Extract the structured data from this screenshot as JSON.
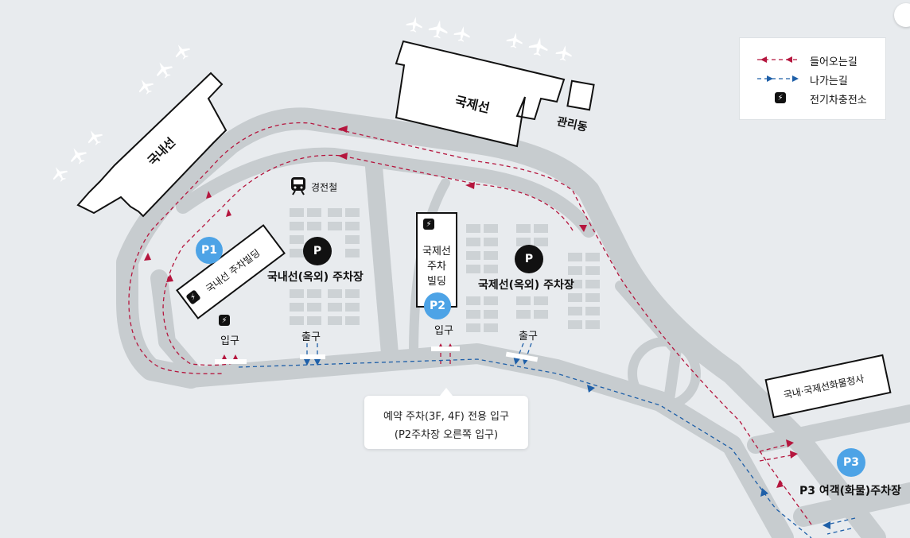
{
  "terminals": {
    "domestic": "국내선",
    "international": "국제선",
    "admin": "관리동",
    "cargo": "국내·국제선화물청사"
  },
  "parking": {
    "p1": {
      "badge": "P1",
      "name": "국내선 주차빌딩"
    },
    "p2": {
      "badge": "P2",
      "name_line1": "국제선",
      "name_line2": "주차",
      "name_line3": "빌딩"
    },
    "p3": {
      "badge": "P3",
      "name": "P3 여객(화물)주차장"
    },
    "domestic_outdoor": {
      "badge": "P",
      "name": "국내선(옥외) 주차장"
    },
    "international_outdoor": {
      "badge": "P",
      "name": "국제선(옥외) 주차장"
    }
  },
  "gates": {
    "entrance": "입구",
    "exit": "출구"
  },
  "train": "경전철",
  "callout": {
    "line1": "예약 주차(3F, 4F) 전용 입구",
    "line2": "(P2주차장 오른쪽 입구)"
  },
  "legend": {
    "incoming": "들어오는길",
    "outgoing": "나가는길",
    "ev_charger": "전기차충전소"
  },
  "colors": {
    "incoming": "#b5163e",
    "outgoing": "#1e5fa8",
    "parking_badge": "#4da3e6",
    "road": "#c7cccf",
    "background": "#e8ebee"
  },
  "icons": {
    "ev": "lightning-bolt-icon",
    "train": "train-icon",
    "airplane": "airplane-icon"
  }
}
